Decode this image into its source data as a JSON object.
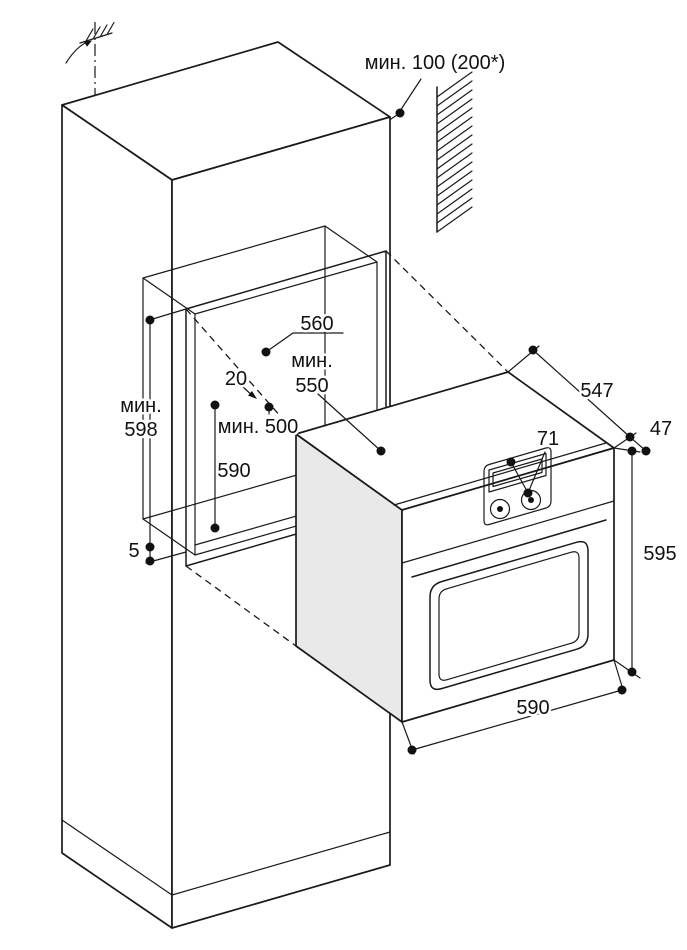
{
  "page": {
    "background": "#ffffff"
  },
  "diagram": {
    "colors": {
      "line": "#1a1a1a",
      "oven_side_fill": "#e9e9e9",
      "face_fill": "#ffffff"
    },
    "labels": {
      "wall_min_gap": "мин. 100 (200*)",
      "niche_width": "560",
      "min_550_word": "мин.",
      "min_550_value": "550",
      "front_setback": "20",
      "min_depth_500": "мин. 500",
      "min_598_word": "мин.",
      "min_598_value": "598",
      "niche_inner_height": "590",
      "bottom_gap": "5",
      "oven_depth": "547",
      "door_protrusion": "47",
      "panel_height": "71",
      "oven_height": "595",
      "oven_width": "590"
    }
  }
}
